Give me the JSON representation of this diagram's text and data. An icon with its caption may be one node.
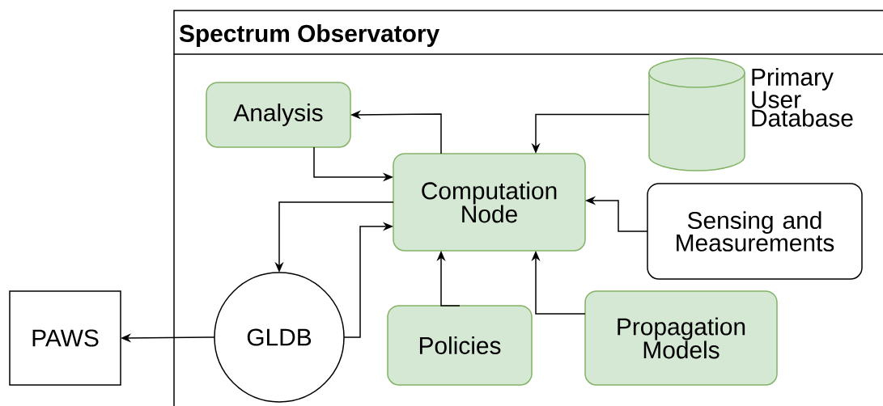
{
  "diagram": {
    "nodes": [
      {
        "text": [
          "Spectrum Observatory"
        ]
      },
      {
        "text": [
          "Analysis"
        ],
        "in": 0
      },
      {
        "text": [],
        "shape": "cylinder",
        "beside": [
          "Primary User Database"
        ],
        "in": 0
      },
      {
        "text": [
          "Computation Node"
        ],
        "in": 0
      },
      {
        "text": [
          "Sensing and Measurements"
        ],
        "in": 0
      },
      {
        "text": [
          "GLDB"
        ],
        "in": 0
      },
      {
        "text": [
          "Policies"
        ],
        "in": 0
      },
      {
        "text": [
          "Propagation Models"
        ],
        "in": 0
      },
      {
        "text": [
          "PAWS"
        ]
      }
    ],
    "edges": [
      {
        "from": 3,
        "to": 1,
        "arrow": "to"
      },
      {
        "from": 1,
        "to": 3,
        "arrow": "to"
      },
      {
        "from": 2,
        "to": 3,
        "arrow": "to"
      },
      {
        "from": 4,
        "to": 3,
        "arrow": "to"
      },
      {
        "from": 3,
        "to": 5,
        "arrow": "to"
      },
      {
        "from": 5,
        "to": 3,
        "arrow": "to"
      },
      {
        "from": 6,
        "to": 3,
        "arrow": "to"
      },
      {
        "from": 7,
        "to": 3,
        "arrow": "to"
      },
      {
        "from": 5,
        "to": 8,
        "arrow": "to"
      }
    ]
  }
}
